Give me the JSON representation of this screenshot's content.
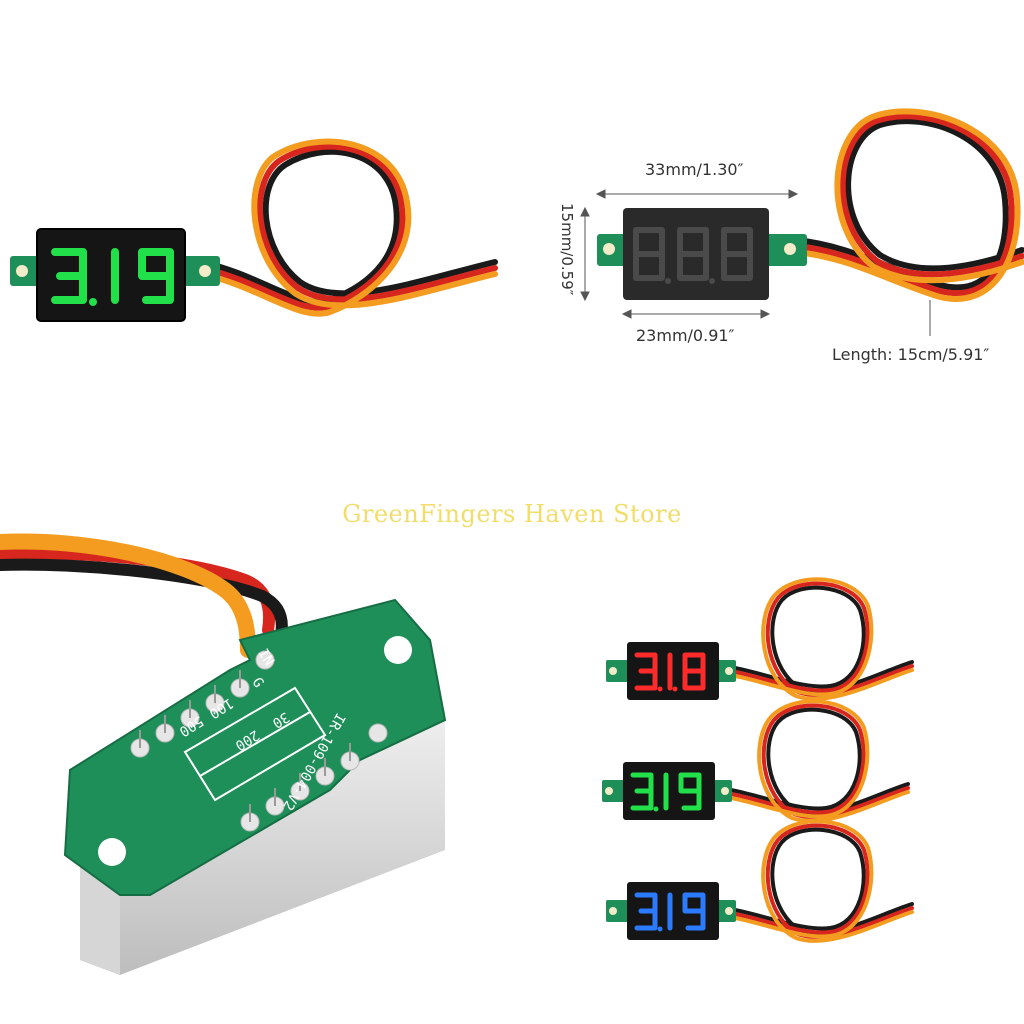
{
  "dimensions": {
    "width_label": "33mm/1.30″",
    "height_label": "15mm/0.59″",
    "screen_label": "23mm/0.91″",
    "cable_label": "Length: 15cm/5.91″"
  },
  "board": {
    "silkscreen": [
      "IN",
      "G",
      "100",
      "500",
      "30",
      "200",
      "IR-109-004-V2"
    ]
  },
  "watermark": "GreenFingers Haven Store",
  "displays": [
    {
      "reading": "3.19",
      "color": "green"
    },
    {
      "reading": "8.8.8",
      "color": "unlit"
    },
    {
      "reading": "3.1.8",
      "color": "red"
    },
    {
      "reading": "3.19",
      "color": "green"
    },
    {
      "reading": "3.19",
      "color": "blue"
    }
  ],
  "colors": {
    "green_led": "#22e04a",
    "red_led": "#ff2a2a",
    "blue_led": "#2a7bff",
    "unlit_led": "#4a4a4a",
    "pcb": "#1f8f5a",
    "wire_orange": "#f39c1f",
    "wire_red": "#d7261e",
    "wire_black": "#1a1a1a"
  }
}
